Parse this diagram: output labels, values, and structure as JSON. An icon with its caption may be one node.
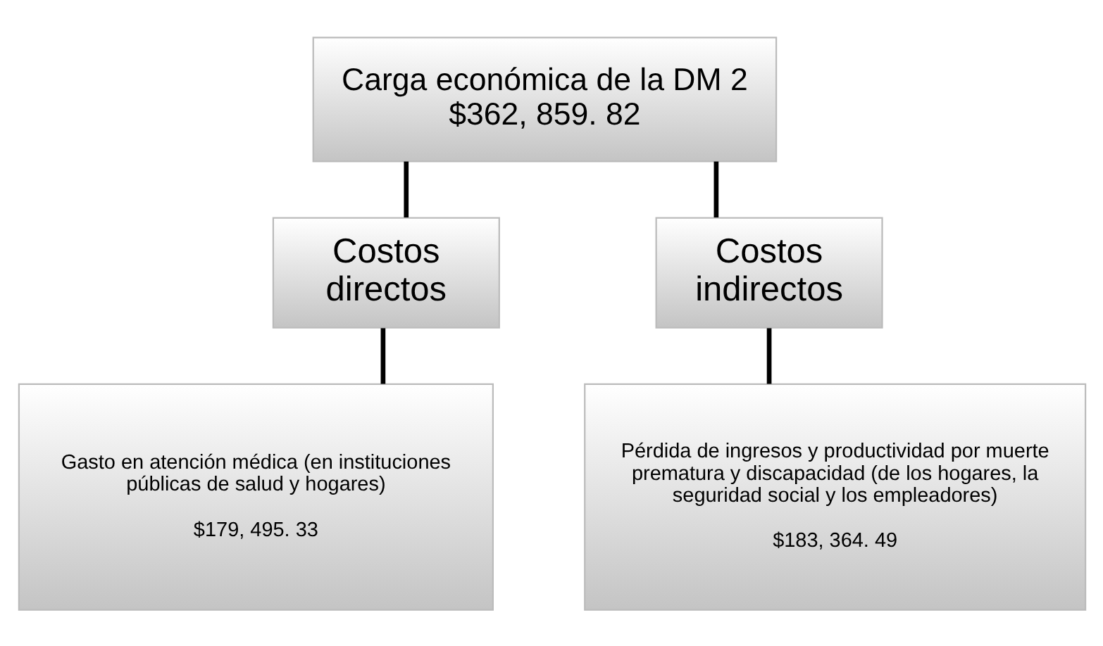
{
  "diagram": {
    "nodes": [
      {
        "text": [
          "Carga económica de la DM 2",
          "$362, 859. 82"
        ]
      },
      {
        "text": [
          "Costos directos"
        ]
      },
      {
        "text": [
          "Costos indirectos"
        ]
      },
      {
        "text": [
          "Gasto en atención médica (en instituciones públicas de salud y hogares)",
          "$179, 495. 33"
        ]
      },
      {
        "text": [
          "Pérdida de ingresos y productividad por muerte prematura y discapacidad (de los hogares, la seguridad social y los empleadores)",
          "$183, 364. 49"
        ]
      }
    ],
    "edges": [
      {
        "from": 0,
        "to": 1,
        "arrow": "none"
      },
      {
        "from": 0,
        "to": 2,
        "arrow": "none"
      },
      {
        "from": 1,
        "to": 3,
        "arrow": "none"
      },
      {
        "from": 2,
        "to": 4,
        "arrow": "none"
      }
    ]
  }
}
